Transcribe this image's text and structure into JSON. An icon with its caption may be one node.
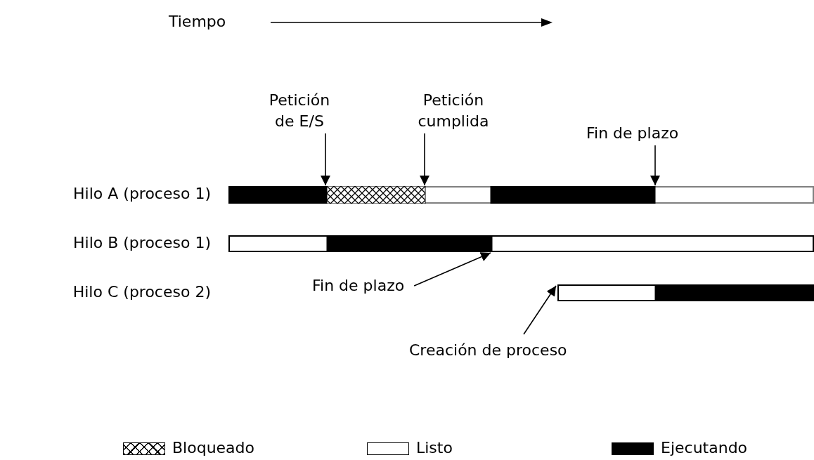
{
  "diagram": {
    "nodes": [
      {
        "text": [
          "Petición de E/S"
        ]
      },
      {
        "text": [
          "Petición cumplida"
        ]
      },
      {
        "text": [
          "Fin de plazo"
        ]
      },
      {
        "text": [],
        "shape": "bar",
        "beside": [
          "Hilo A (proceso 1)"
        ]
      },
      {
        "text": [],
        "shape": "bar",
        "beside": [
          "Hilo B (proceso 1)"
        ]
      },
      {
        "text": [
          "Fin de plazo"
        ]
      },
      {
        "text": [],
        "shape": "bar"
      },
      {
        "text": [
          "Creación de proceso"
        ]
      }
    ],
    "edges": [
      {
        "from": 0,
        "to": 3,
        "arrow": "to"
      },
      {
        "from": 1,
        "to": 3,
        "arrow": "to"
      },
      {
        "from": 2,
        "to": 3,
        "arrow": "to"
      },
      {
        "from": 5,
        "to": 4,
        "arrow": "to"
      },
      {
        "from": 7,
        "to": 6,
        "arrow": "to"
      }
    ],
    "labels": [
      "Tiempo",
      "Hilo C (proceso 2)"
    ],
    "legend": [
      {
        "text": "Bloqueado"
      },
      {
        "text": "Listo",
        "color": "#ffffff"
      },
      {
        "text": "Ejecutando",
        "color": "#000000"
      }
    ]
  }
}
